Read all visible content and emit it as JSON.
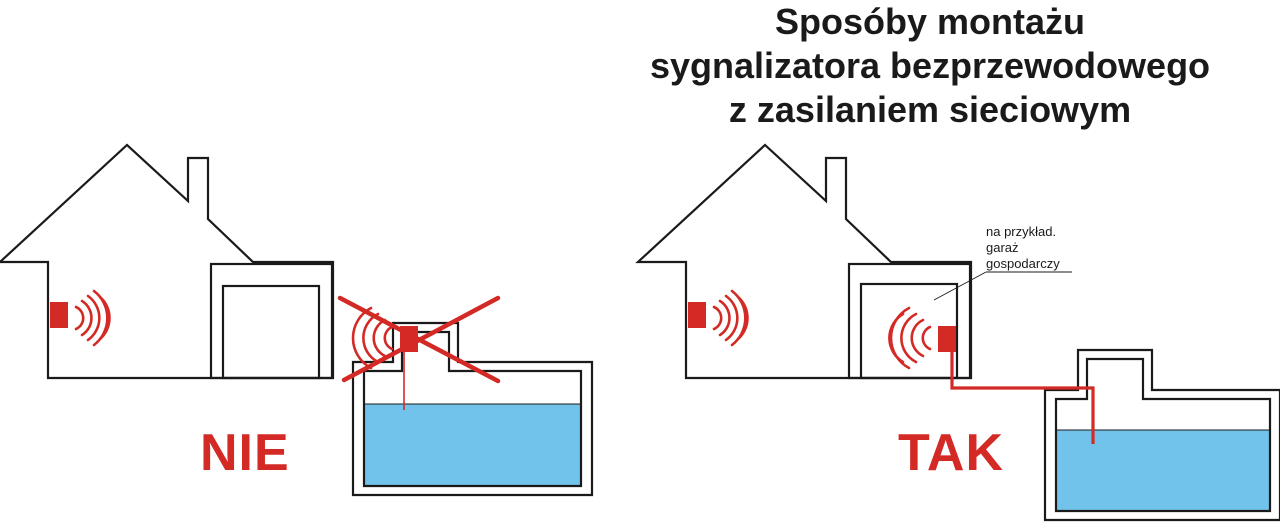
{
  "title": {
    "line1": "Sposóby montażu",
    "line2": "sygnalizatora bezprzewodowego",
    "line3": "z zasilaniem sieciowym"
  },
  "left_panel": {
    "verdict": "NIE"
  },
  "right_panel": {
    "verdict": "TAK",
    "note": {
      "line1": "na przykład.",
      "line2": "garaż",
      "line3": "gospodarczy"
    }
  },
  "colors": {
    "signal_red": "#d42a26",
    "water_blue": "#72c3ec",
    "outline": "#1a1a1a"
  }
}
